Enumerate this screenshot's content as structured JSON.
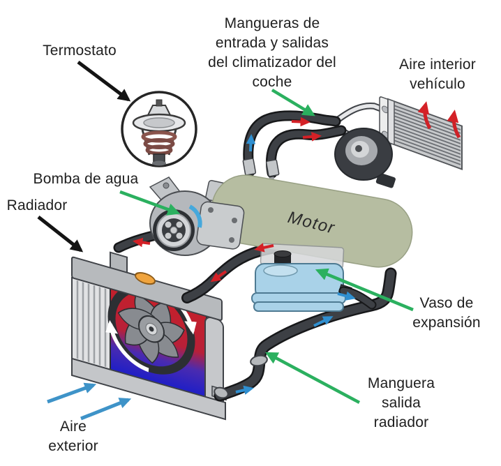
{
  "diagram": {
    "labels": {
      "termostato": "Termostato",
      "mangueras": "Mangueras de\nentrada y salidas\ndel climatizador del\ncoche",
      "aire_interior": "Aire interior\nvehículo",
      "bomba_agua": "Bomba de agua",
      "radiador": "Radiador",
      "motor": "Motor",
      "vaso_expansion": "Vaso de\nexpansión",
      "manguera_salida": "Manguera\nsalida\nradiador",
      "aire_exterior": "Aire\nexterior"
    },
    "colors": {
      "label_text": "#1e1e1e",
      "pointer_black": "#141414",
      "pointer_green": "#2bb05f",
      "flow_hot_red": "#d42127",
      "flow_cold_blue": "#2f8fd0",
      "air_exterior_blue": "#3e93c8",
      "air_interior_red": "#cf2127",
      "engine_fill": "#b6bda1",
      "tank_blue": "#a9d2e8",
      "radiator_hot_top": "#c3202c",
      "radiator_cold_bottom": "#1a1dc9",
      "hose_dark": "#3d4045",
      "cap_orange": "#f0a43e",
      "pump_blue_accent": "#45a8dc"
    }
  }
}
